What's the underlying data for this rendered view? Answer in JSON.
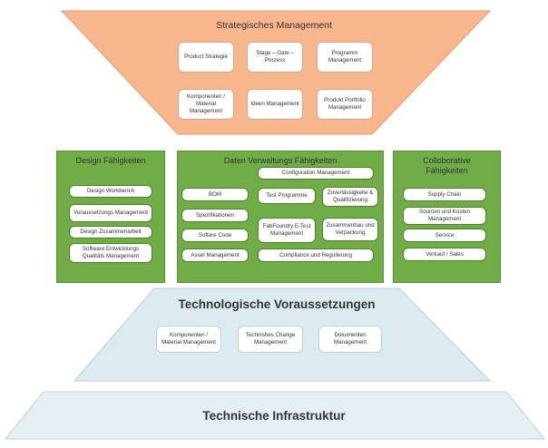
{
  "strategic": {
    "title": "Strategisches Management",
    "items": [
      "Product Strategie",
      "Stage – Gate – Prozess",
      "Programm Management",
      "Komponenten / Material Management",
      "Ideen Management",
      "Produkt Portfolio Management"
    ]
  },
  "design": {
    "title": "Design Fähigkeiten",
    "items": [
      "Design Workbench",
      "Voraussetzungs Management",
      "Design Zusammenarbeit",
      "Software Entwicklungs Qualitäts Management"
    ]
  },
  "data": {
    "title": "Daten Verwaltungs Fähigkeiten",
    "items": [
      "Configuration Management",
      "BOM",
      "Test Programme",
      "Zuverlässigkeite & Qualifizierung",
      "Spezifikationen",
      "FabFoundry E-Test Management",
      "Zusammenbau und Verpackung",
      "Softare Code",
      "Asset Management",
      "Compliance und Regulierung"
    ]
  },
  "collab": {
    "title": "Colloborative\nFähigkeiten",
    "items": [
      "Supply Chain",
      "Sourcen und Kosten Management",
      "Service",
      "Verkauf / Sales"
    ]
  },
  "tech": {
    "title": "Technologische Voraussetzungen",
    "items": [
      "Komponenten / Material Management",
      "Technishes Change Management",
      "Dokumenten Management"
    ]
  },
  "infra": {
    "title": "Technische Infrastruktur"
  },
  "colors": {
    "orange_fill": "#f8b68d",
    "green_fill": "#70ad47",
    "blue_fill": "#dcebf0",
    "light_blue_fill": "#e6f0f4"
  }
}
